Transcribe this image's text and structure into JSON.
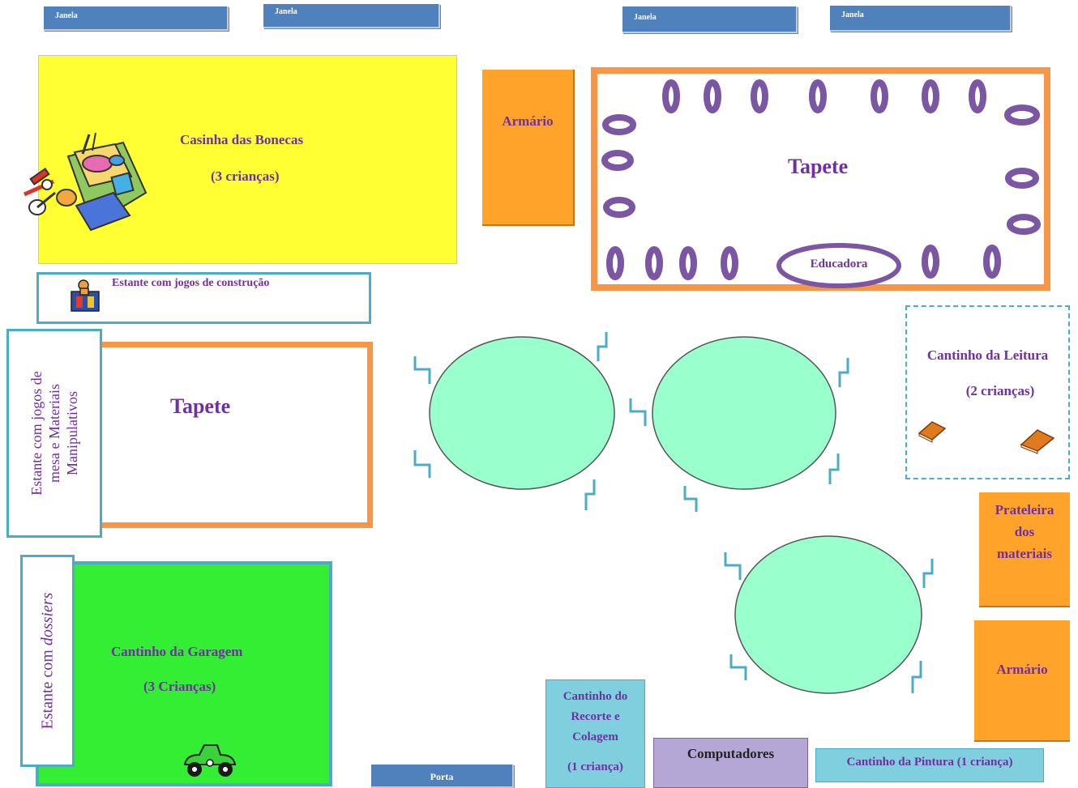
{
  "windows": [
    "Janela",
    "Janela",
    "Janela",
    "Janela"
  ],
  "doll_house": {
    "title": "Casinha das Bonecas",
    "capacity": "(3 crianças)"
  },
  "wardrobe_top": "Armário",
  "rug_top": {
    "label": "Tapete",
    "teacher": "Educadora"
  },
  "construction_shelf": "Estante com jogos de construção",
  "rug_left": "Tapete",
  "board_games_shelf": {
    "line1": "Estante com jogos de",
    "line2": "mesa e Materiais",
    "line3": "Manipulativos"
  },
  "reading_corner": {
    "title": "Cantinho da Leitura",
    "capacity": "(2 crianças)"
  },
  "materials_shelf": {
    "line1": "Prateleira",
    "line2": "dos",
    "line3": "materiais"
  },
  "wardrobe_right": "Armário",
  "dossiers_shelf": {
    "prefix": "Estante com ",
    "italic": "dossiers"
  },
  "garage_corner": {
    "title": "Cantinho da Garagem",
    "capacity": "(3 Crianças)"
  },
  "cutting_corner": {
    "line1": "Cantinho do",
    "line2": "Recorte e",
    "line3": "Colagem",
    "capacity": "(1 criança)"
  },
  "computers": "Computadores",
  "painting_corner": "Cantinho da Pintura (1 criança)",
  "door": "Porta",
  "colors": {
    "yellow": "#ffff33",
    "green": "#33ee33",
    "orange": "#ffa32a",
    "rug_border": "#f79646",
    "teal": "#4bacc6",
    "table": "#99ffcc",
    "purple": "#7030a0",
    "window": "#4f81bd"
  }
}
